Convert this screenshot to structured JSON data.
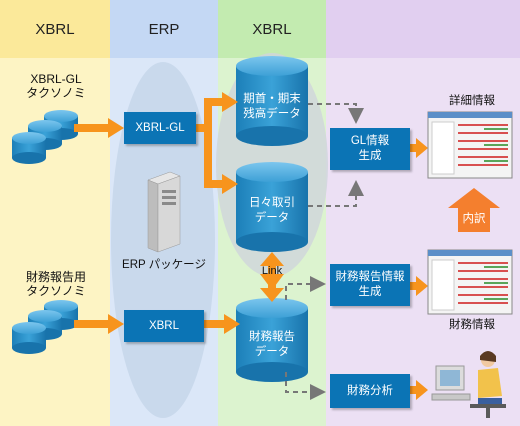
{
  "columns": [
    {
      "title": "XBRL",
      "color": "#fdf4c4",
      "head_color": "#fbe99a"
    },
    {
      "title": "ERP",
      "color": "#dbe7f8",
      "head_color": "#c4d8f4"
    },
    {
      "title": "XBRL",
      "color": "#dcf3cf",
      "head_color": "#c3ebb0"
    },
    {
      "title": "",
      "color": "#ece0f4",
      "head_color": "#e1cff0"
    }
  ],
  "taxonomy_gl": {
    "line1": "XBRL-GL",
    "line2": "タクソノミ"
  },
  "taxonomy_fr": {
    "line1": "財務報告用",
    "line2": "タクソノミ"
  },
  "erp_package_label": "ERP パッケージ",
  "box_xbrl_gl": "XBRL-GL",
  "box_xbrl": "XBRL",
  "db_period": {
    "line1": "期首・期末",
    "line2": "残高データ"
  },
  "db_daily": {
    "line1": "日々取引",
    "line2": "データ"
  },
  "db_financial": {
    "line1": "財務報告",
    "line2": "データ"
  },
  "link_label": "Link",
  "box_gl_gen": {
    "line1": "GL情報",
    "line2": "生成"
  },
  "box_fr_gen": {
    "line1": "財務報告情報",
    "line2": "生成"
  },
  "box_analysis": "財務分析",
  "detail_label": "詳細情報",
  "breakdown_label": "内訳",
  "financial_info_label": "財務情報",
  "colors": {
    "accent_blue": "#0b74b5",
    "arrow_orange": "#f7941d",
    "dash_gray": "#777777"
  }
}
